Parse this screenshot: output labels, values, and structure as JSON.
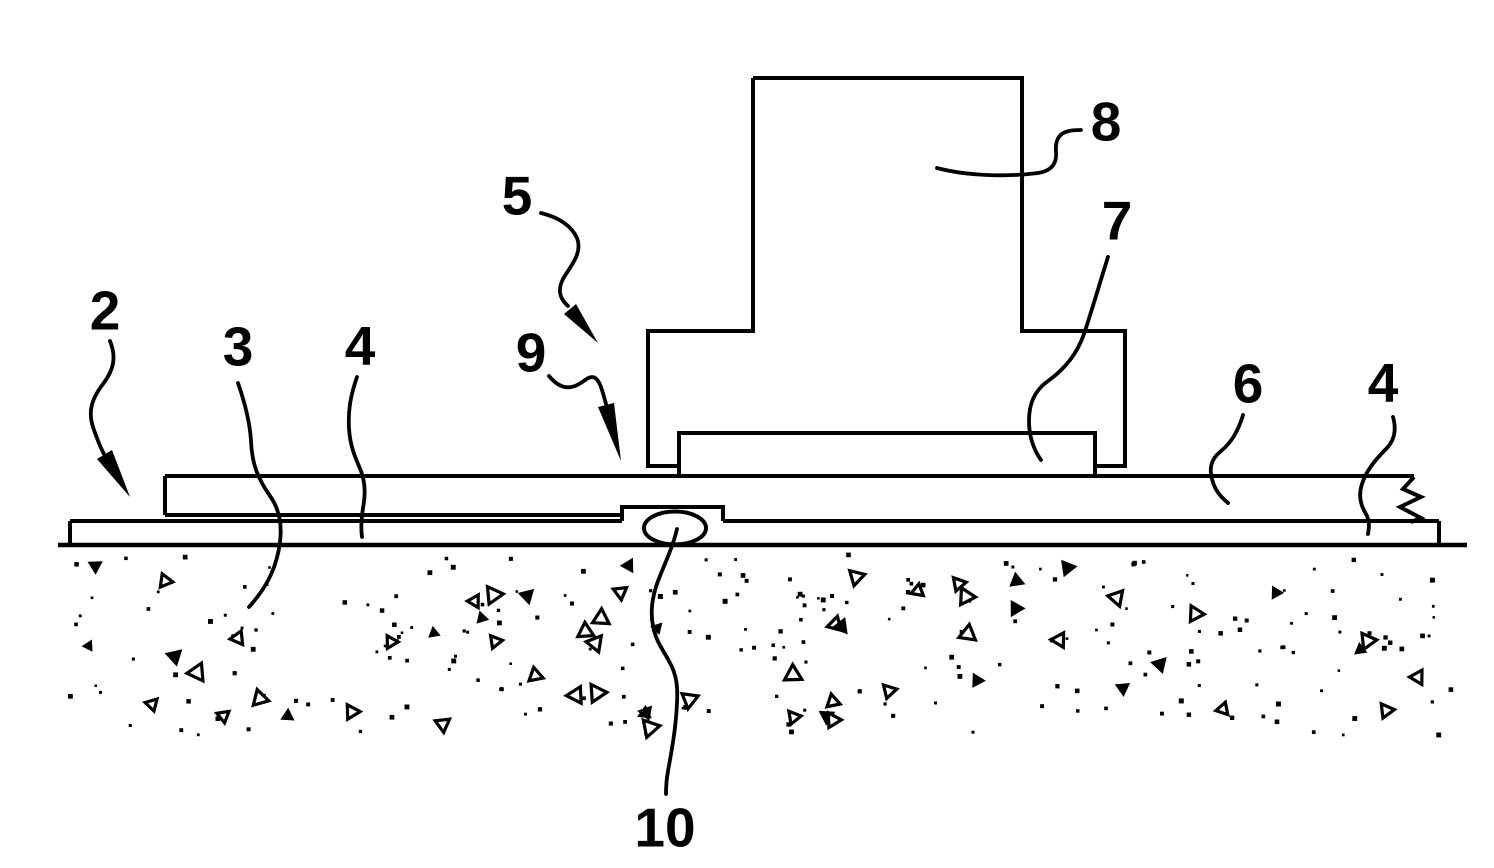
{
  "figure": {
    "background_color": "#ffffff",
    "line_color": "#000000",
    "description": "patent-style cross-section line drawing of a friction weld lap joint with tool, sheets, weld nugget and stippled base",
    "labels": [
      {
        "id": "2",
        "text": "2"
      },
      {
        "id": "3",
        "text": "3"
      },
      {
        "id": "4-left",
        "text": "4"
      },
      {
        "id": "5",
        "text": "5"
      },
      {
        "id": "9",
        "text": "9"
      },
      {
        "id": "6",
        "text": "6"
      },
      {
        "id": "4-right",
        "text": "4"
      },
      {
        "id": "8",
        "text": "8"
      },
      {
        "id": "7",
        "text": "7"
      },
      {
        "id": "10",
        "text": "10"
      }
    ]
  }
}
